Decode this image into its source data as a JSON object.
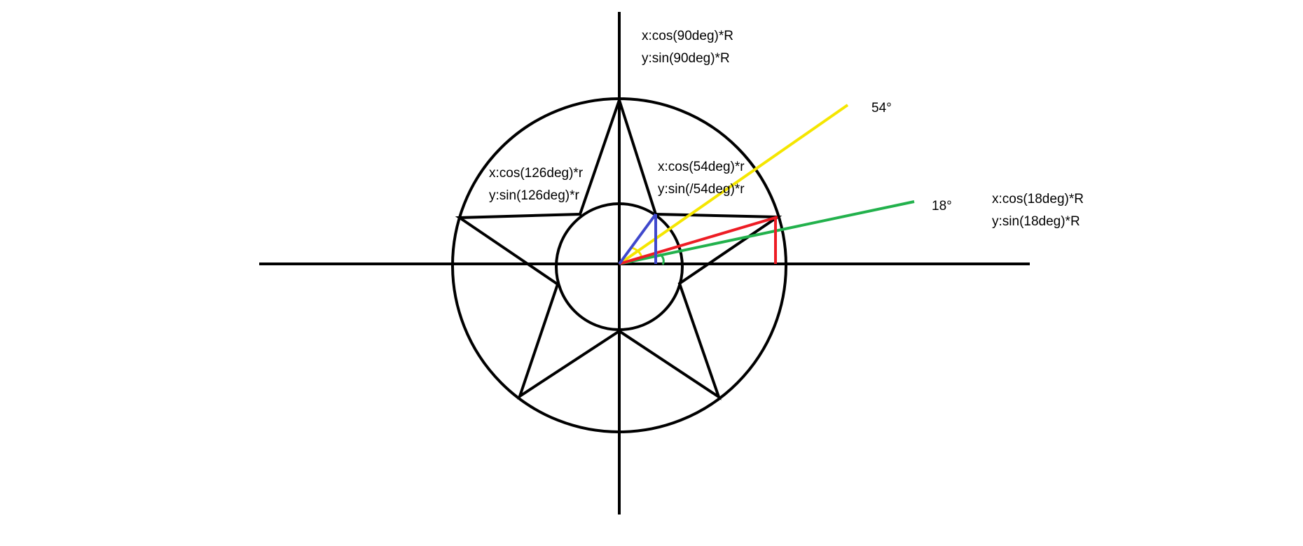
{
  "annotations": {
    "top_x": "x:cos(90deg)*R",
    "top_y": "y:sin(90deg)*R",
    "left_x": "x:cos(126deg)*r",
    "left_y": "y:sin(126deg)*r",
    "inner_x": "x:cos(54deg)*r",
    "inner_y": "y:sin(/54deg)*r",
    "right_x": "x:cos(18deg)*R",
    "right_y": "y:sin(18deg)*R"
  },
  "angles": {
    "yellow": "54°",
    "green": "18°"
  },
  "colors": {
    "stroke": "#000000",
    "yellow": "#f5e600",
    "green": "#22b14c",
    "red": "#ed1c24",
    "blue": "#3f48cc"
  }
}
